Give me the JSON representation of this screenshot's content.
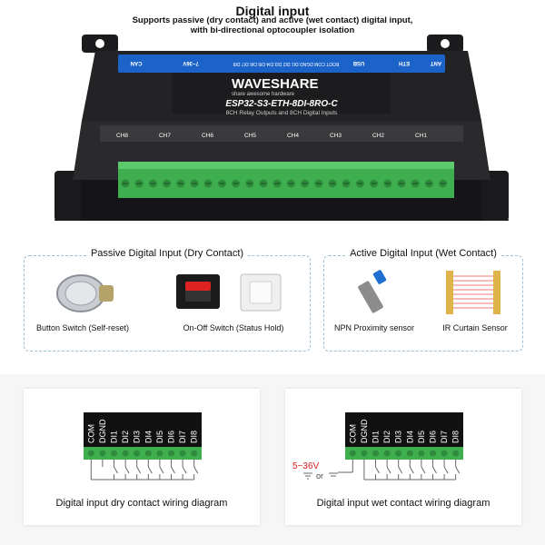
{
  "header": {
    "title": "Digital input",
    "subtitle_line1": "Supports passive (dry contact) and active (wet contact) digital input,",
    "subtitle_line2": "with bi-directional optocoupler isolation"
  },
  "device": {
    "brand": "WAVESHARE",
    "brand_tagline": "share awesome hardware",
    "model": "ESP32-S3-ETH-8DI-8RO-C",
    "description": "8CH Relay Outputs and 8CH Digital Inputs",
    "channels": [
      "CH8",
      "CH7",
      "CH6",
      "CH5",
      "CH4",
      "CH3",
      "CH2",
      "CH1"
    ],
    "port_labels": [
      "CAN",
      "7~36V",
      "ETH",
      "USB",
      "ANT"
    ],
    "input_strip": "BOOT COM DGND DI1 DI2 DI3 DI4 DI5 DI6 DI7 DI8",
    "colors": {
      "body": "#1d1d1f",
      "accent": "#1b63c9",
      "terminal": "#3fae4f"
    }
  },
  "passive": {
    "title": "Passive Digital Input (Dry Contact)",
    "items": [
      {
        "label": "Button Switch (Self-reset)",
        "icon": "push-button-icon"
      },
      {
        "label": "On-Off Switch (Status Hold)",
        "icon": "rocker-switch-icon"
      },
      {
        "label": "",
        "icon": "wall-switch-icon"
      }
    ]
  },
  "active": {
    "title": "Active Digital Input (Wet Contact)",
    "items": [
      {
        "label": "NPN Proximity sensor",
        "icon": "proximity-sensor-icon"
      },
      {
        "label": "IR Curtain Sensor",
        "icon": "ir-curtain-icon"
      }
    ]
  },
  "wiring": {
    "pins": [
      "COM",
      "DGND",
      "DI1",
      "DI2",
      "DI3",
      "DI4",
      "DI5",
      "DI6",
      "DI7",
      "DI8"
    ],
    "dry_caption": "Digital input dry contact wiring diagram",
    "wet_caption": "Digital input wet contact wiring diagram",
    "wet_voltage": "5~36V",
    "wet_or": "or",
    "voltage_color": "#d32020"
  }
}
